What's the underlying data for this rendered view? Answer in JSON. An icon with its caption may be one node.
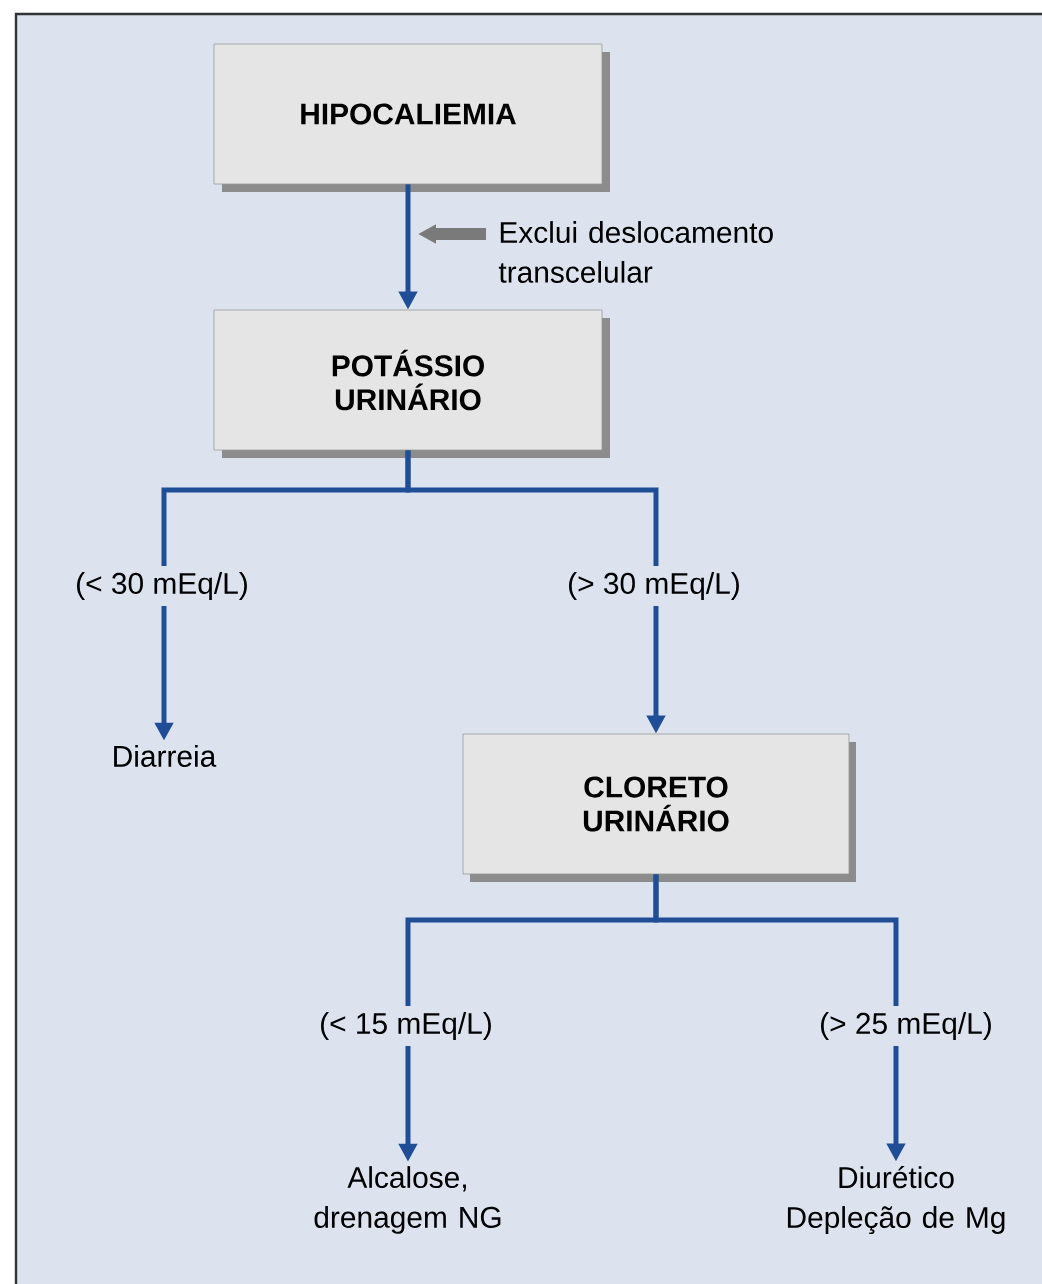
{
  "diagram": {
    "nodes": [
      {
        "text": [
          "HIPOCALIEMIA"
        ]
      },
      {
        "text": [
          "POTÁSSIO URINÁRIO"
        ]
      },
      {
        "text": [
          "Diarreia"
        ]
      },
      {
        "text": [
          "CLORETO URINÁRIO"
        ]
      },
      {
        "text": [
          "Alcalose, drenagem NG"
        ]
      },
      {
        "text": [
          "Diurético Depleção de Mg"
        ]
      },
      {
        "text": [
          "Exclui deslocamento transcelular"
        ]
      }
    ],
    "edges": [
      {
        "from": 0,
        "to": 1,
        "arrow": "to"
      },
      {
        "from": 1,
        "to": 2,
        "arrow": "to",
        "label": "(< 30 mEq/L)"
      },
      {
        "from": 1,
        "to": 3,
        "arrow": "to",
        "label": "(> 30 mEq/L)"
      },
      {
        "from": 3,
        "to": 4,
        "arrow": "to",
        "label": "(< 15 mEq/L)"
      },
      {
        "from": 3,
        "to": 5,
        "arrow": "to",
        "label": "(> 25 mEq/L)"
      },
      {
        "from": 6,
        "to": null,
        "arrow": "to",
        "color": "#7a7a7a",
        "style": "thick"
      }
    ]
  }
}
